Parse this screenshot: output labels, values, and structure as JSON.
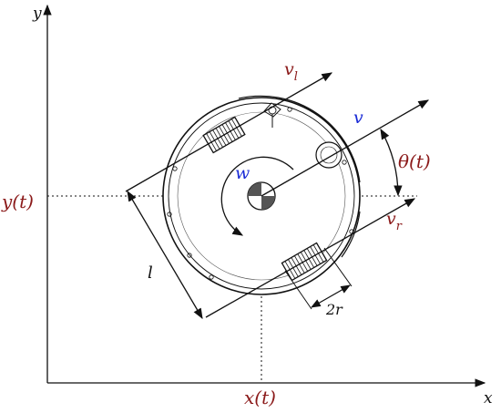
{
  "axes": {
    "x_label": "x",
    "y_label": "y"
  },
  "labels": {
    "y_of_t": "y(t)",
    "x_of_t": "x(t)",
    "theta": "θ(t)",
    "v": "v",
    "w": "w",
    "v_l": "v",
    "v_l_sub": "l",
    "v_r": "v",
    "v_r_sub": "r",
    "l": "l",
    "two_r": "2r"
  },
  "colors": {
    "ink": "#111111",
    "dark_red": "#8b1a1a",
    "blue": "#1a2bd6",
    "robot_fill": "#ffffff",
    "hub_dark": "#555555"
  },
  "icons": {
    "robot": "robot-body-icon"
  }
}
